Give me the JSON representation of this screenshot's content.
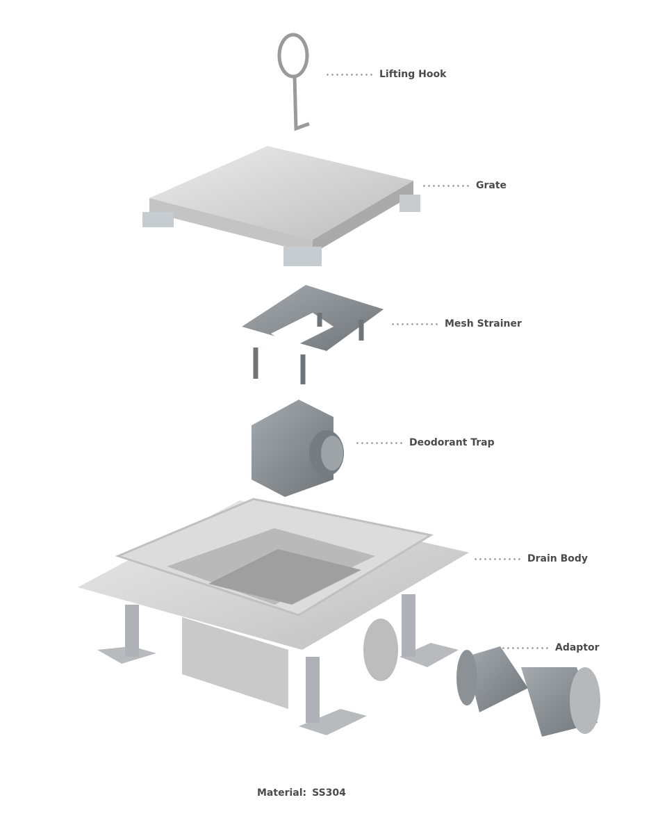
{
  "parts": [
    {
      "id": "lifting-hook",
      "label": "Lifting Hook"
    },
    {
      "id": "grate",
      "label": "Grate"
    },
    {
      "id": "mesh-strainer",
      "label": "Mesh Strainer"
    },
    {
      "id": "deodorant-trap",
      "label": "Deodorant Trap"
    },
    {
      "id": "drain-body",
      "label": "Drain Body"
    },
    {
      "id": "adaptor",
      "label": "Adaptor"
    }
  ],
  "material": {
    "label": "Material:",
    "value": "SS304"
  },
  "colors": {
    "text": "#4a4a4a",
    "dots": "#9a9a9a",
    "steel": "#d6d6d6",
    "plastic": "#8c9196"
  }
}
